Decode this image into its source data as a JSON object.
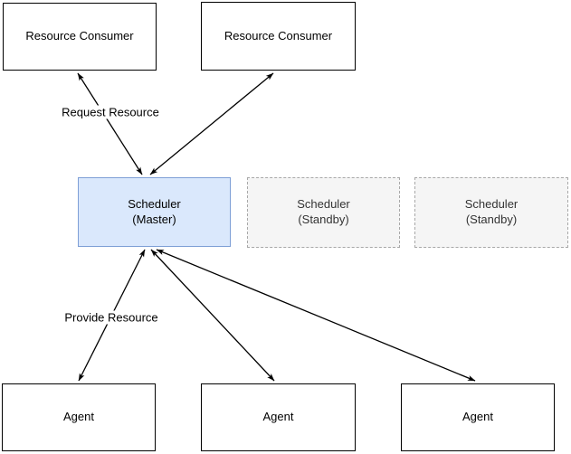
{
  "diagram": {
    "nodes": {
      "consumer1": {
        "label": "Resource Consumer"
      },
      "consumer2": {
        "label": "Resource Consumer"
      },
      "master": {
        "line1": "Scheduler",
        "line2": "(Master)"
      },
      "standby1": {
        "line1": "Scheduler",
        "line2": "(Standby)"
      },
      "standby2": {
        "line1": "Scheduler",
        "line2": "(Standby)"
      },
      "agent1": {
        "label": "Agent"
      },
      "agent2": {
        "label": "Agent"
      },
      "agent3": {
        "label": "Agent"
      }
    },
    "edge_labels": {
      "request": "Request Resource",
      "provide": "Provide Resource"
    },
    "edges": [
      {
        "from": "consumer1",
        "to": "master",
        "direction": "bidirectional"
      },
      {
        "from": "consumer2",
        "to": "master",
        "direction": "bidirectional"
      },
      {
        "from": "master",
        "to": "agent1",
        "direction": "bidirectional"
      },
      {
        "from": "master",
        "to": "agent2",
        "direction": "bidirectional"
      },
      {
        "from": "master",
        "to": "agent3",
        "direction": "bidirectional"
      }
    ]
  },
  "colors": {
    "background": "#ffffff",
    "node-border": "#000000",
    "arrow": "#000000",
    "master-fill": "#dae8fc",
    "master-border": "#7e9fd6",
    "standby-fill": "#f5f5f5",
    "standby-border": "#a8a8a8",
    "standby-text": "#333333"
  }
}
